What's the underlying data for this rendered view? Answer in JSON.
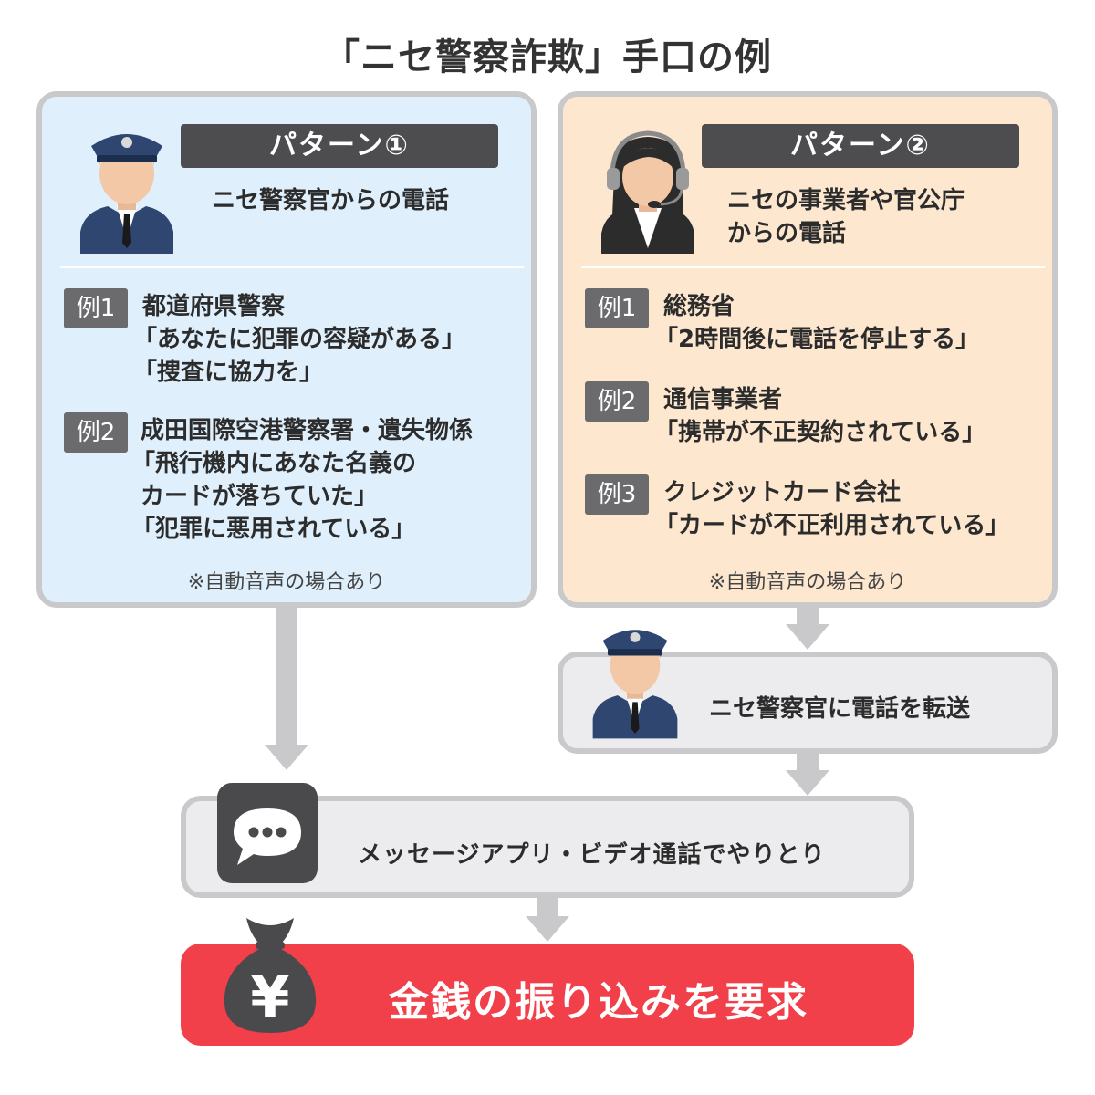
{
  "title": "「ニセ警察詐欺」手口の例",
  "pattern1": {
    "title": "パターン①",
    "subtitle": "ニセ警察官からの電話",
    "examples": [
      {
        "badge": "例1",
        "lines": [
          "都道府県警察",
          "「あなたに犯罪の容疑がある」",
          "「捜査に協力を」"
        ]
      },
      {
        "badge": "例2",
        "lines": [
          "成田国際空港警察署・遺失物係",
          "「飛行機内にあなた名義の",
          "カードが落ちていた」",
          "「犯罪に悪用されている」"
        ]
      }
    ],
    "note": "※自動音声の場合あり"
  },
  "pattern2": {
    "title": "パターン②",
    "subtitle_lines": [
      "ニセの事業者や官公庁",
      "からの電話"
    ],
    "examples": [
      {
        "badge": "例1",
        "lines": [
          "総務省",
          "「2時間後に電話を停止する」"
        ]
      },
      {
        "badge": "例2",
        "lines": [
          "通信事業者",
          "「携帯が不正契約されている」"
        ]
      },
      {
        "badge": "例3",
        "lines": [
          "クレジットカード会社",
          "「カードが不正利用されている」"
        ]
      }
    ],
    "note": "※自動音声の場合あり"
  },
  "transfer": {
    "text": "ニセ警察官に電話を転送"
  },
  "messaging": {
    "text": "メッセージアプリ・ビデオ通話でやりとり"
  },
  "demand": {
    "text": "金銭の振り込みを要求",
    "yen_symbol": "¥"
  },
  "colors": {
    "pattern1_bg": "#dff0fc",
    "pattern2_bg": "#fde7cf",
    "box_border": "#c9c9cb",
    "label_bg": "#4d4d4f",
    "badge_bg": "#6b6b6d",
    "demand_bg": "#f2404a",
    "icon_dark": "#4a4a4c"
  },
  "icons": [
    "police-officer-icon",
    "operator-headset-icon",
    "chat-bubble-icon",
    "money-bag-icon"
  ]
}
